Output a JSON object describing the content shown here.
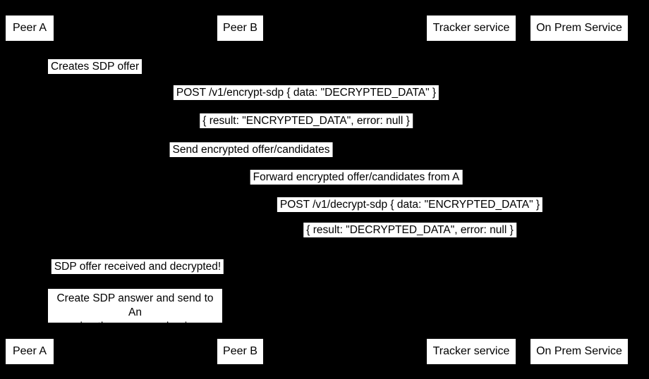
{
  "diagram": {
    "type": "sequence",
    "background_color": "#000000",
    "box_color": "#ffffff",
    "text_color": "#000000",
    "participants": [
      {
        "label": "Peer A"
      },
      {
        "label": "Peer B"
      },
      {
        "label": "Tracker service"
      },
      {
        "label": "On Prem Service"
      }
    ],
    "messages": [
      {
        "text": "Creates SDP offer"
      },
      {
        "text": "POST /v1/encrypt-sdp { data: \"DECRYPTED_DATA\" }"
      },
      {
        "text": "{ result: \"ENCRYPTED_DATA\", error: null }"
      },
      {
        "text": "Send encrypted offer/candidates"
      },
      {
        "text": "Forward encrypted offer/candidates from A"
      },
      {
        "text": "POST /v1/decrypt-sdp { data: \"ENCRYPTED_DATA\" }"
      },
      {
        "text": "{ result: \"DECRYPTED_DATA\", error: null }"
      },
      {
        "text": "SDP offer received and decrypted!"
      }
    ],
    "note": {
      "line1": "Create SDP answer and send to An",
      "line2": "using the same mechanism"
    }
  }
}
